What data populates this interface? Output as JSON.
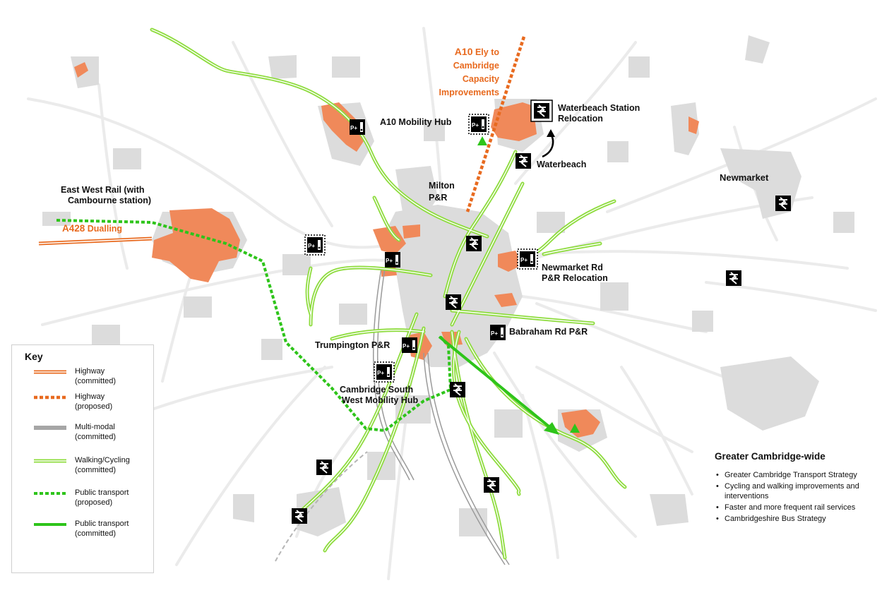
{
  "colors": {
    "settlement": "#dcdcdc",
    "road": "#e9e9e9",
    "development": "#f0895a",
    "highway": "#e86a1f",
    "cycle": "#8edc3e",
    "transit": "#2ec41a",
    "multimodal": "#9a9a9a"
  },
  "labels": {
    "a10_title_a": "A10",
    "a10_title_b": " Ely to",
    "a10_line2": "Cambridge",
    "a10_line3": "Capacity",
    "a10_line4": "Improvements",
    "a10_hub": "A10 Mobility Hub",
    "waterbeach_station_1": "Waterbeach Station",
    "waterbeach_station_2": "Relocation",
    "waterbeach": "Waterbeach",
    "milton_1": "Milton",
    "milton_2": "P&R",
    "newmarket": "Newmarket",
    "ewr_1": "East West Rail (with",
    "ewr_2": "Cambourne station)",
    "a428_a": "A428",
    "a428_b": " Dualling",
    "newmarket_rd_1": "Newmarket Rd",
    "newmarket_rd_2": "P&R Relocation",
    "babraham": "Babraham Rd P&R",
    "trumpington": "Trumpington P&R",
    "csw_1": "Cambridge South",
    "csw_2": "West Mobility Hub"
  },
  "key": {
    "title": "Key",
    "items": [
      {
        "type": "highway-committed",
        "label": "Highway\n(committed)"
      },
      {
        "type": "highway-proposed",
        "label": "Highway\n(proposed)"
      },
      {
        "type": "multimodal-committed",
        "label": "Multi-modal\n(committed)"
      },
      {
        "type": "walking-cycling-committed",
        "label": "Walking/Cycling\n(committed)"
      },
      {
        "type": "public-transport-proposed",
        "label": "Public transport\n(proposed)"
      },
      {
        "type": "public-transport-committed",
        "label": "Public transport\n(committed)"
      }
    ]
  },
  "greater_cambridge": {
    "title": "Greater Cambridge-wide",
    "items": [
      "Greater Cambridge Transport Strategy",
      "Cycling and walking improvements and interventions",
      "Faster and more frequent rail services",
      "Cambridgeshire Bus Strategy"
    ]
  },
  "icons": {
    "rail": "rail-station-icon",
    "park_and_ride": "park-and-ride-icon",
    "waterbeach_arrow": "curved-arrow-icon"
  },
  "icon_text": {
    "pr": "P+"
  }
}
